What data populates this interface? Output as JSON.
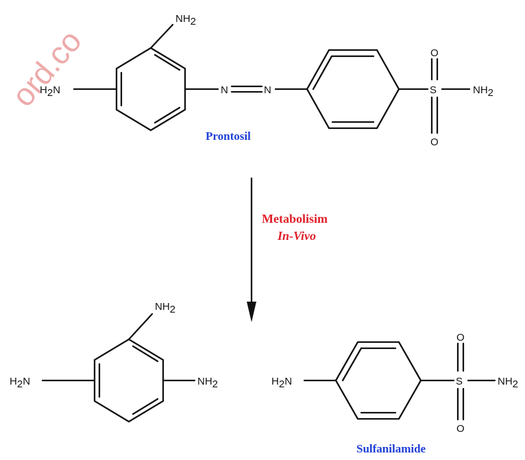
{
  "watermark": "ord.co",
  "compounds": {
    "prontosil": {
      "name": "Prontosil",
      "color": "#1f3fd6"
    },
    "sulfanilamide": {
      "name": "Sulfanilamide",
      "color": "#1f3fd6"
    },
    "triaminobenzene": {
      "name": ""
    }
  },
  "reaction": {
    "line1": "Metabolisim",
    "line2": "In-Vivo",
    "color": "#e0202a"
  },
  "atoms": {
    "nh2_base": "NH",
    "h2n_left": "H",
    "h2n_n": "N",
    "sub2": "2",
    "azo_n1": "N",
    "azo_n2": "N",
    "sulfur": "S",
    "oxygen": "O"
  }
}
